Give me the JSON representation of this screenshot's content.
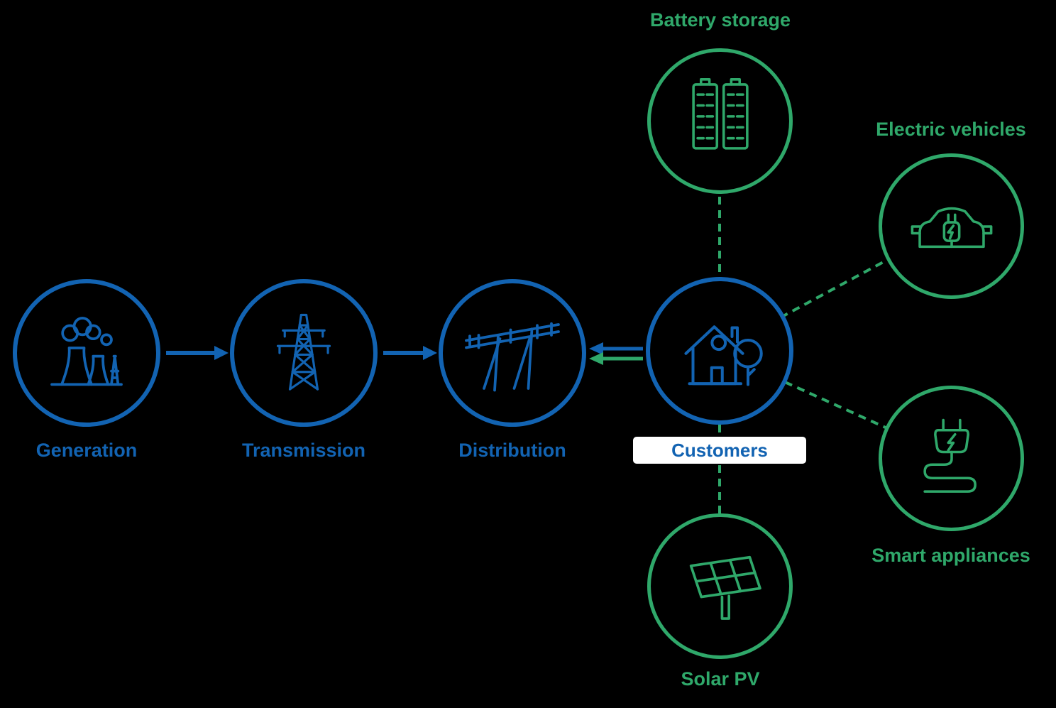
{
  "diagram": {
    "background_color": "#000000",
    "colors": {
      "grid_blue": "#1263B2",
      "der_green": "#2FA86A",
      "customers_chip_bg": "#FFFFFF"
    },
    "grid_chain": {
      "generation": {
        "label": "Generation",
        "icon": "power-plant-icon"
      },
      "transmission": {
        "label": "Transmission",
        "icon": "transmission-tower-icon"
      },
      "distribution": {
        "label": "Distribution",
        "icon": "distribution-poles-icon"
      },
      "customers": {
        "label": "Customers",
        "icon": "house-tree-icon"
      }
    },
    "der": {
      "battery_storage": {
        "label": "Battery storage",
        "icon": "battery-storage-icon"
      },
      "electric_vehicles": {
        "label": "Electric vehicles",
        "icon": "electric-car-icon"
      },
      "smart_appliances": {
        "label": "Smart appliances",
        "icon": "smart-plug-icon"
      },
      "solar_pv": {
        "label": "Solar PV",
        "icon": "solar-panel-icon"
      }
    }
  }
}
